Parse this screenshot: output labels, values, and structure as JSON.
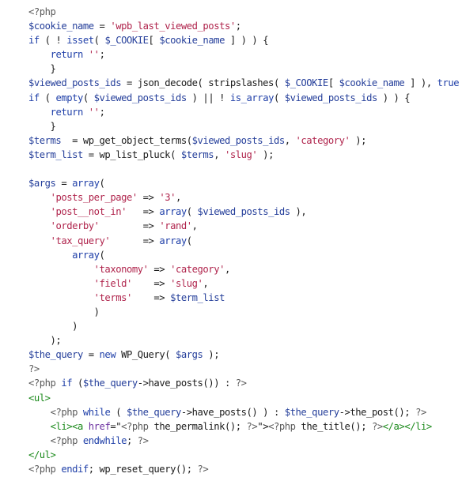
{
  "colors": {
    "background": "#ffffff",
    "plain": "#1a1a1a",
    "keyword": "#1f3fa8",
    "variable": "#243e9a",
    "string": "#b0254d",
    "php": "#5a5a5a",
    "tag": "#1c8a1c",
    "attr": "#6b2fa0"
  },
  "code_lines": [
    [
      [
        "php",
        "<?php"
      ]
    ],
    [
      [
        "variable",
        "$cookie_name"
      ],
      [
        "plain",
        " = "
      ],
      [
        "string",
        "'wpb_last_viewed_posts'"
      ],
      [
        "plain",
        ";"
      ]
    ],
    [
      [
        "keyword",
        "if"
      ],
      [
        "plain",
        " ( ! "
      ],
      [
        "keyword",
        "isset"
      ],
      [
        "plain",
        "( "
      ],
      [
        "variable",
        "$_COOKIE"
      ],
      [
        "plain",
        "[ "
      ],
      [
        "variable",
        "$cookie_name"
      ],
      [
        "plain",
        " ] ) ) {"
      ]
    ],
    [
      [
        "plain",
        "    "
      ],
      [
        "keyword",
        "return"
      ],
      [
        "plain",
        " "
      ],
      [
        "string",
        "''"
      ],
      [
        "plain",
        ";"
      ]
    ],
    [
      [
        "plain",
        "    }"
      ]
    ],
    [
      [
        "variable",
        "$viewed_posts_ids"
      ],
      [
        "plain",
        " = json_decode( stripslashes( "
      ],
      [
        "variable",
        "$_COOKIE"
      ],
      [
        "plain",
        "[ "
      ],
      [
        "variable",
        "$cookie_name"
      ],
      [
        "plain",
        " ] ), "
      ],
      [
        "keyword",
        "true"
      ],
      [
        "plain",
        " );"
      ]
    ],
    [
      [
        "keyword",
        "if"
      ],
      [
        "plain",
        " ( "
      ],
      [
        "keyword",
        "empty"
      ],
      [
        "plain",
        "( "
      ],
      [
        "variable",
        "$viewed_posts_ids"
      ],
      [
        "plain",
        " ) || ! "
      ],
      [
        "keyword",
        "is_array"
      ],
      [
        "plain",
        "( "
      ],
      [
        "variable",
        "$viewed_posts_ids"
      ],
      [
        "plain",
        " ) ) {"
      ]
    ],
    [
      [
        "plain",
        "    "
      ],
      [
        "keyword",
        "return"
      ],
      [
        "plain",
        " "
      ],
      [
        "string",
        "''"
      ],
      [
        "plain",
        ";"
      ]
    ],
    [
      [
        "plain",
        "    }"
      ]
    ],
    [
      [
        "variable",
        "$terms"
      ],
      [
        "plain",
        "  = wp_get_object_terms("
      ],
      [
        "variable",
        "$viewed_posts_ids"
      ],
      [
        "plain",
        ", "
      ],
      [
        "string",
        "'category'"
      ],
      [
        "plain",
        " );"
      ]
    ],
    [
      [
        "variable",
        "$term_list"
      ],
      [
        "plain",
        " = wp_list_pluck( "
      ],
      [
        "variable",
        "$terms"
      ],
      [
        "plain",
        ", "
      ],
      [
        "string",
        "'slug'"
      ],
      [
        "plain",
        " );"
      ]
    ],
    [],
    [
      [
        "variable",
        "$args"
      ],
      [
        "plain",
        " = "
      ],
      [
        "keyword",
        "array"
      ],
      [
        "plain",
        "("
      ]
    ],
    [
      [
        "plain",
        "    "
      ],
      [
        "string",
        "'posts_per_page'"
      ],
      [
        "plain",
        " => "
      ],
      [
        "string",
        "'3'"
      ],
      [
        "plain",
        ","
      ]
    ],
    [
      [
        "plain",
        "    "
      ],
      [
        "string",
        "'post__not_in'"
      ],
      [
        "plain",
        "   => "
      ],
      [
        "keyword",
        "array"
      ],
      [
        "plain",
        "( "
      ],
      [
        "variable",
        "$viewed_posts_ids"
      ],
      [
        "plain",
        " ),"
      ]
    ],
    [
      [
        "plain",
        "    "
      ],
      [
        "string",
        "'orderby'"
      ],
      [
        "plain",
        "        => "
      ],
      [
        "string",
        "'rand'"
      ],
      [
        "plain",
        ","
      ]
    ],
    [
      [
        "plain",
        "    "
      ],
      [
        "string",
        "'tax_query'"
      ],
      [
        "plain",
        "      => "
      ],
      [
        "keyword",
        "array"
      ],
      [
        "plain",
        "("
      ]
    ],
    [
      [
        "plain",
        "        "
      ],
      [
        "keyword",
        "array"
      ],
      [
        "plain",
        "("
      ]
    ],
    [
      [
        "plain",
        "            "
      ],
      [
        "string",
        "'taxonomy'"
      ],
      [
        "plain",
        " => "
      ],
      [
        "string",
        "'category'"
      ],
      [
        "plain",
        ","
      ]
    ],
    [
      [
        "plain",
        "            "
      ],
      [
        "string",
        "'field'"
      ],
      [
        "plain",
        "    => "
      ],
      [
        "string",
        "'slug'"
      ],
      [
        "plain",
        ","
      ]
    ],
    [
      [
        "plain",
        "            "
      ],
      [
        "string",
        "'terms'"
      ],
      [
        "plain",
        "    => "
      ],
      [
        "variable",
        "$term_list"
      ]
    ],
    [
      [
        "plain",
        "            )"
      ]
    ],
    [
      [
        "plain",
        "        )"
      ]
    ],
    [
      [
        "plain",
        "    );"
      ]
    ],
    [
      [
        "variable",
        "$the_query"
      ],
      [
        "plain",
        " = "
      ],
      [
        "keyword",
        "new"
      ],
      [
        "plain",
        " WP_Query( "
      ],
      [
        "variable",
        "$args"
      ],
      [
        "plain",
        " );"
      ]
    ],
    [
      [
        "php",
        "?>"
      ]
    ],
    [
      [
        "php",
        "<?php"
      ],
      [
        "plain",
        " "
      ],
      [
        "keyword",
        "if"
      ],
      [
        "plain",
        " ("
      ],
      [
        "variable",
        "$the_query"
      ],
      [
        "plain",
        "->have_posts()) : "
      ],
      [
        "php",
        "?>"
      ]
    ],
    [
      [
        "tag",
        "<ul>"
      ]
    ],
    [
      [
        "plain",
        "    "
      ],
      [
        "php",
        "<?php"
      ],
      [
        "plain",
        " "
      ],
      [
        "keyword",
        "while"
      ],
      [
        "plain",
        " ( "
      ],
      [
        "variable",
        "$the_query"
      ],
      [
        "plain",
        "->have_posts() ) : "
      ],
      [
        "variable",
        "$the_query"
      ],
      [
        "plain",
        "->the_post(); "
      ],
      [
        "php",
        "?>"
      ]
    ],
    [
      [
        "plain",
        "    "
      ],
      [
        "tag",
        "<li><a"
      ],
      [
        "plain",
        " "
      ],
      [
        "attr",
        "href"
      ],
      [
        "plain",
        "=\""
      ],
      [
        "php",
        "<?php"
      ],
      [
        "plain",
        " the_permalink(); "
      ],
      [
        "php",
        "?>"
      ],
      [
        "plain",
        "\">"
      ],
      [
        "php",
        "<?php"
      ],
      [
        "plain",
        " the_title(); "
      ],
      [
        "php",
        "?>"
      ],
      [
        "tag",
        "</a></li>"
      ]
    ],
    [
      [
        "plain",
        "    "
      ],
      [
        "php",
        "<?php"
      ],
      [
        "plain",
        " "
      ],
      [
        "keyword",
        "endwhile"
      ],
      [
        "plain",
        "; "
      ],
      [
        "php",
        "?>"
      ]
    ],
    [
      [
        "tag",
        "</ul>"
      ]
    ],
    [
      [
        "php",
        "<?php"
      ],
      [
        "plain",
        " "
      ],
      [
        "keyword",
        "endif"
      ],
      [
        "plain",
        "; wp_reset_query(); "
      ],
      [
        "php",
        "?>"
      ]
    ]
  ]
}
